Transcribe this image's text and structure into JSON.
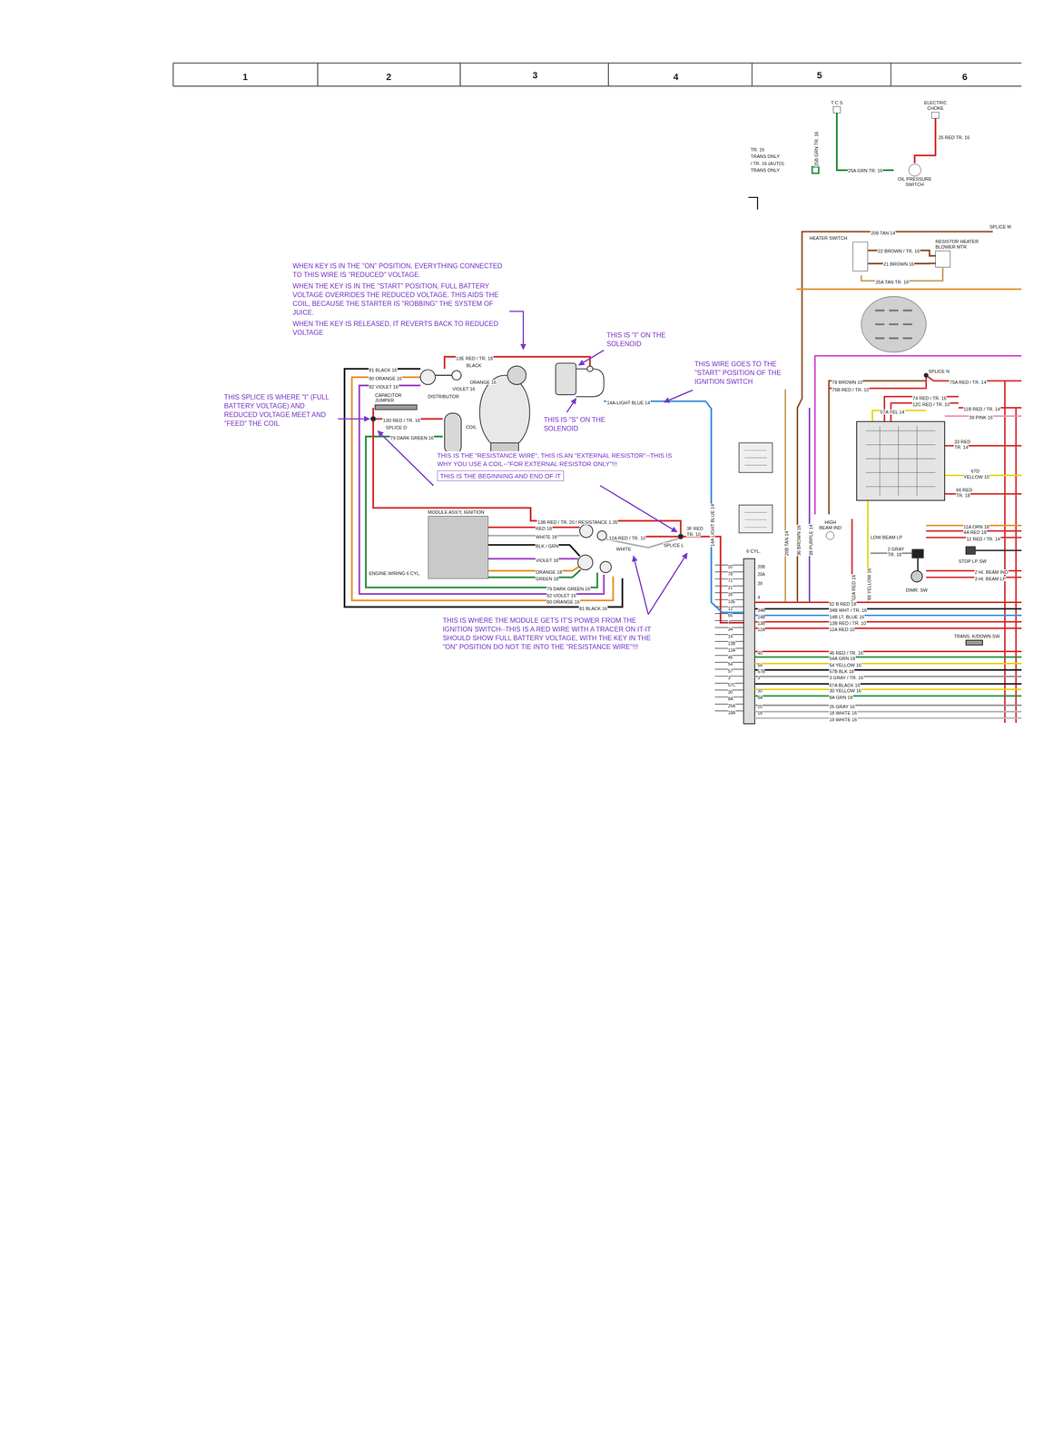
{
  "diagram": {
    "nodes": [
      {
        "text": [
          "MODULE ASS'Y, IGNITION"
        ]
      },
      {
        "text": [
          "COIL"
        ]
      },
      {
        "text": [
          "DISTRIBUTOR"
        ]
      },
      {
        "text": [
          "THIS IS THE BEGINNING AND END OF IT"
        ]
      },
      {
        "text": [
          "HEATER SWITCH"
        ]
      },
      {
        "text": [
          "RESISTOR HEATER BLOWER MTR"
        ]
      },
      {
        "text": [
          "OIL PRESSURE SWITCH"
        ]
      },
      {
        "text": [
          "ELECTRIC CHOKE"
        ]
      },
      {
        "text": [
          "T C S"
        ]
      },
      {
        "text": [
          "HIGH BEAM IND"
        ]
      },
      {
        "text": [
          "LOW BEAM LP"
        ]
      },
      {
        "text": [
          "DIMR. SW"
        ]
      },
      {
        "text": [
          "STOP LP SW"
        ]
      },
      {
        "text": [
          "TRANS. K/DOWN SW"
        ]
      },
      {
        "text": [
          "6 CYL."
        ]
      }
    ],
    "edges": [
      {
        "from": 4,
        "to": 5,
        "arrow": "none",
        "label": "22 BROWN / TR. 16"
      },
      {
        "from": 4,
        "to": 5,
        "arrow": "none",
        "label": "21 BROWN 16"
      },
      {
        "from": 8,
        "to": 6,
        "arrow": "none",
        "label": "25A GRN TR. 16"
      },
      {
        "from": 7,
        "to": 6,
        "arrow": "none",
        "label": "25 RED TR. 16"
      }
    ],
    "labels": [
      "1",
      "2",
      "3",
      "4",
      "5",
      "6",
      "TR. 16",
      "TRANS ONLY",
      "/ TR. 16 (AUTO)",
      "TRANS ONLY",
      "25B GRN TR. 16",
      "208 TAN 14",
      "SPLICE M",
      "25A TAN TR. 16",
      "WHEN KEY IS IN THE \"ON\" POSITION, EVERYTHING CONNECTED TO THIS WIRE IS \"REDUCED\" VOLTAGE.",
      "WHEN THE KEY IS IN THE \"START\" POSITION, FULL BATTERY VOLTAGE OVERRIDES THE REDUCED VOLTAGE. THIS AIDS THE COIL, BECAUSE THE STARTER IS \"ROBBING\" THE SYSTEM OF JUICE.",
      "WHEN THE KEY IS RELEASED, IT REVERTS BACK TO REDUCED VOLTAGE",
      "THIS IS \"I\" ON THE SOLENOID",
      "THIS WIRE GOES TO THE \"START\" POSITION OF THE IGNITION SWITCH",
      "THIS IS \"S\" ON THE SOLENOID",
      "THIS SPLICE IS WHERE \"I\" (FULL BATTERY VOLTAGE) AND REDUCED VOLTAGE MEET AND \"FEED\" THE COIL",
      "THIS IS THE \"RESISTANCE WIRE\", THIS IS AN \"EXTERNAL RESISTOR\"--THIS IS WHY YOU USE A COIL--\"FOR EXTERNAL RESISTOR ONLY\"!!!",
      "THIS IS WHERE THE MODULE GETS IT'S POWER FROM THE IGNITION SWITCH--THIS IS A RED WIRE WITH A TRACER ON IT-IT SHOULD SHOW FULL BATTERY VOLTAGE, WITH THE KEY IN THE \"ON\" POSITION DO NOT TIE INTO THE \"RESISTANCE WIRE\"!!!",
      "81 BLACK 16",
      "80 ORANGE 16",
      "82 VIOLET 16",
      "13E RED / TR. 18",
      "BLACK",
      "ORANGE 16",
      "VIOLET 16",
      "CAPACITOR JUMPER",
      "13D RED / TR. 18",
      "SPLICE D",
      "79 DARK GREEN 16",
      "14A-LIGHT BLUE 14",
      "14A LIGHT BLUE 14",
      "13B RED / TR. 20 / RESISTANCE 1.35",
      "RED 18",
      "WHITE 18",
      "BLK / GRN",
      "VIOLET 18",
      "ORANGE 18",
      "GREEN 18",
      "12A RED / TR. 10",
      "3F RED",
      "TR. 10",
      "WHITE",
      "SPLICE L",
      "ENGINE WIRING 6 CYL.",
      "79 DARK GREEN 16",
      "82 VIOLET 16",
      "80 ORANGE 16",
      "81 BLACK 16",
      "78 BROWN 10",
      "75B RED / TR. 10",
      "SPLICE N",
      "75A RED / TR. 14",
      "74 RED / TR. 16",
      "12C RED / TR. 10",
      "57A YEL 14",
      "11B RED / TR. 14",
      "39 PINK 16",
      "33 RED",
      "TR. 14",
      "67D",
      "YELLOW 10",
      "66 RED",
      "TR. 18",
      "11A ORN 18",
      "4A RED 18",
      "12 RED / TR. 14",
      "2 GRAY",
      "TR. 18",
      "68 YELLOW 16",
      "52A RED 16",
      "2 HI. BEAM IND",
      "3 HI. BEAM LP",
      "20B TAN 14",
      "36 BROWN 16",
      "39 PURPLE 14",
      "52 B RED 18",
      "34B WHT / TR. 16",
      "14B LT. BLUE 16",
      "13B RED / TR. 10",
      "12A RED 10",
      "45 RED / TR. 16",
      "54A GRN 18",
      "54 YELLOW 16",
      "57B BLK 18",
      "3 GRAY / TR. 16",
      "67A BLACK 16",
      "30 YELLOW 16",
      "8A GRN 18",
      "25 GRAY 16",
      "18 WHITE 16",
      "19 WHITE 16",
      "20",
      "78",
      "71",
      "21",
      "39",
      "13E",
      "12",
      "65",
      "4",
      "34",
      "14",
      "13B",
      "12A",
      "45",
      "54",
      "57",
      "3",
      "57C",
      "30",
      "8A",
      "25A",
      "18A",
      "20B",
      "20A",
      "39",
      "4",
      "34B",
      "14B",
      "13B",
      "12A",
      "45",
      "54",
      "57B",
      "3",
      "30",
      "8A",
      "25",
      "18"
    ]
  }
}
